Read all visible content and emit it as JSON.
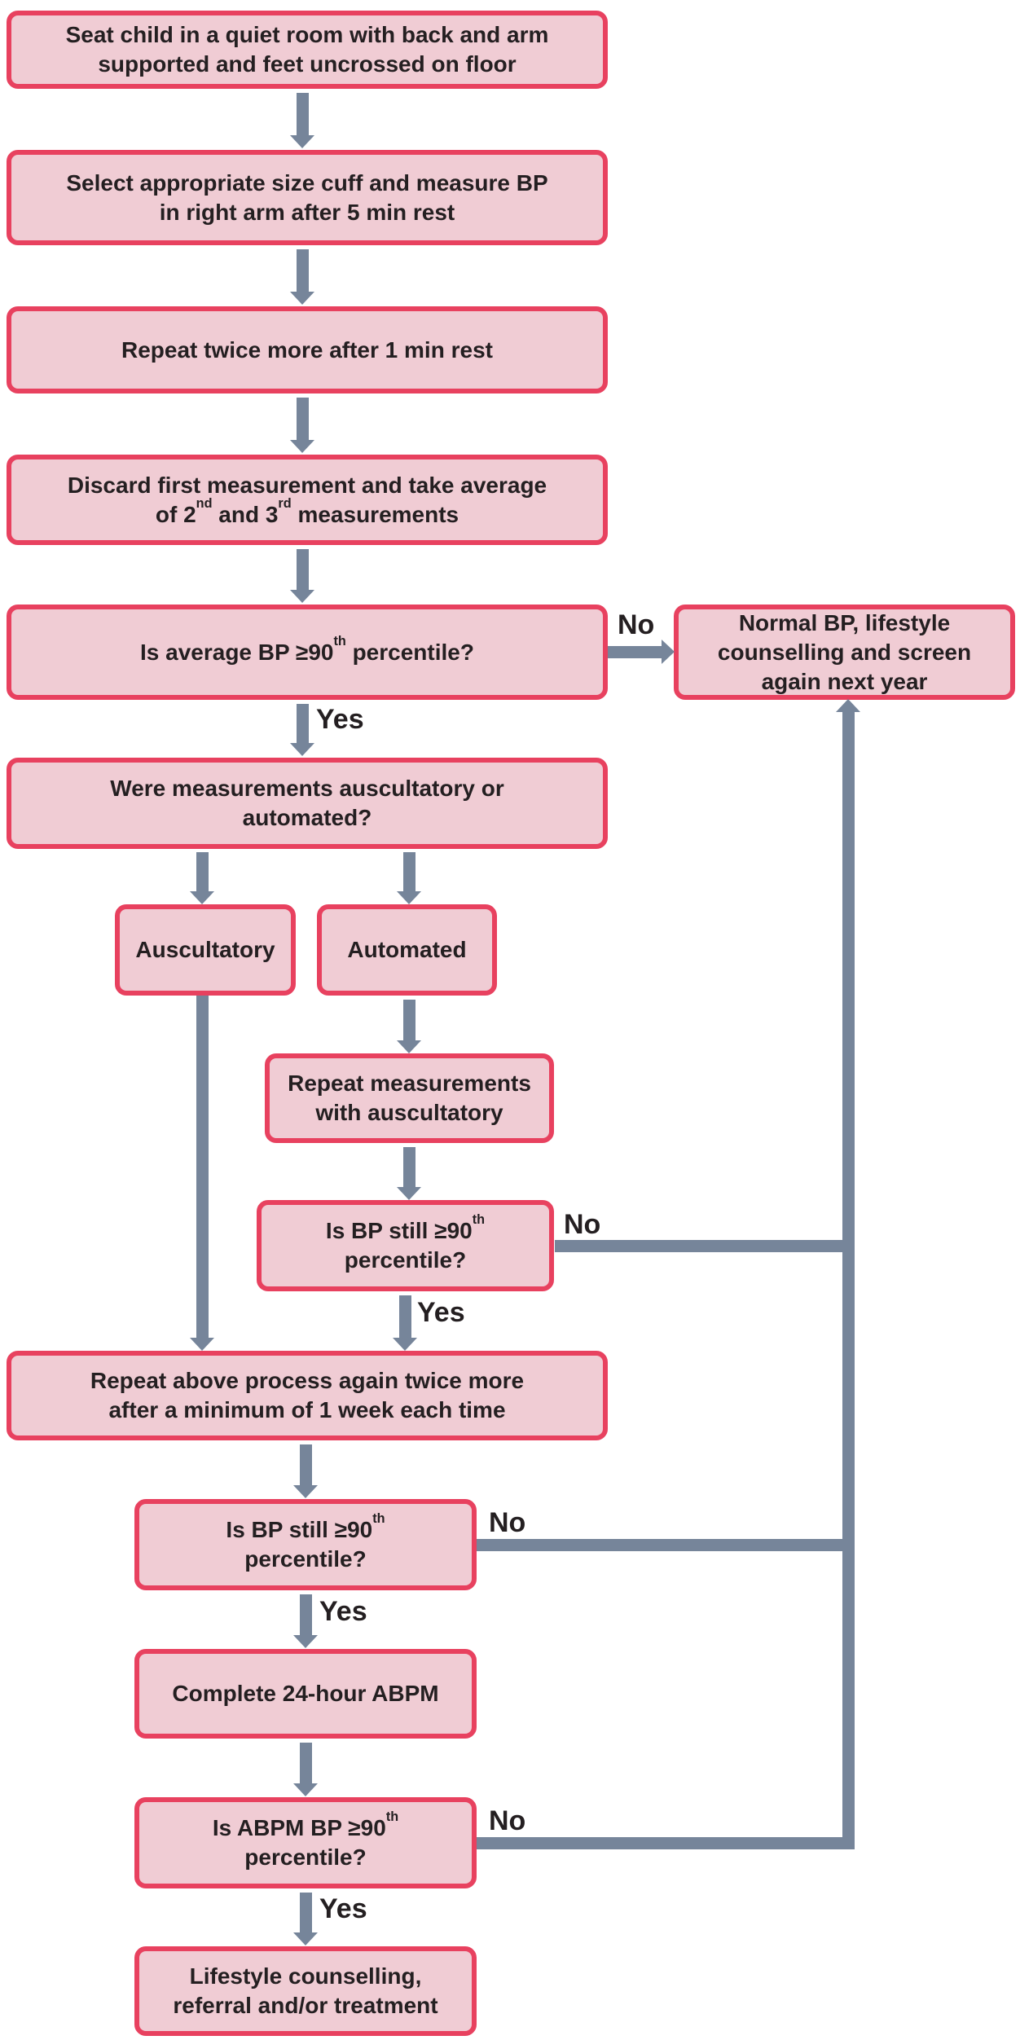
{
  "colors": {
    "background": "#ffffff",
    "box_fill": "#f0ccd4",
    "box_border": "#e8415f",
    "arrow": "#76859a",
    "text": "#241f21"
  },
  "labels": {
    "yes": "Yes",
    "no": "No"
  },
  "nodes": {
    "seat": {
      "lines": [
        "Seat child in a quiet room with back and arm",
        "supported and feet uncrossed on floor"
      ]
    },
    "cuff": {
      "lines": [
        "Select appropriate size cuff and measure BP",
        "in right arm after 5 min rest"
      ]
    },
    "repeat_twice": {
      "lines": [
        "Repeat twice more after 1 min rest"
      ]
    },
    "discard": {
      "line1": "Discard first measurement and take average",
      "line2": {
        "pre": "of 2",
        "sup1": "nd",
        "mid": " and 3",
        "sup2": "rd",
        "post": " measurements"
      }
    },
    "average_q": {
      "pre": "Is average BP ≥90",
      "sup": "th",
      "post": " percentile?"
    },
    "normal": {
      "lines": [
        "Normal BP, lifestyle",
        "counselling and screen",
        "again next year"
      ]
    },
    "method_q": {
      "lines": [
        "Were measurements auscultatory or",
        "automated?"
      ]
    },
    "auscultatory": {
      "label": "Auscultatory"
    },
    "automated": {
      "label": "Automated"
    },
    "repeat_ausc": {
      "lines": [
        "Repeat measurements",
        "with auscultatory"
      ]
    },
    "bp_still_q": {
      "line1": {
        "pre": "Is BP still ≥90",
        "sup": "th"
      },
      "line2": "percentile?"
    },
    "repeat_process": {
      "lines": [
        "Repeat above process again twice more",
        "after a minimum of 1 week each time"
      ]
    },
    "abpm": {
      "lines": [
        "Complete 24-hour ABPM"
      ]
    },
    "abpm_q": {
      "line1": {
        "pre": "Is ABPM BP ≥90",
        "sup": "th"
      },
      "line2": "percentile?"
    },
    "treatment": {
      "lines": [
        "Lifestyle counselling,",
        "referral and/or treatment"
      ]
    }
  }
}
